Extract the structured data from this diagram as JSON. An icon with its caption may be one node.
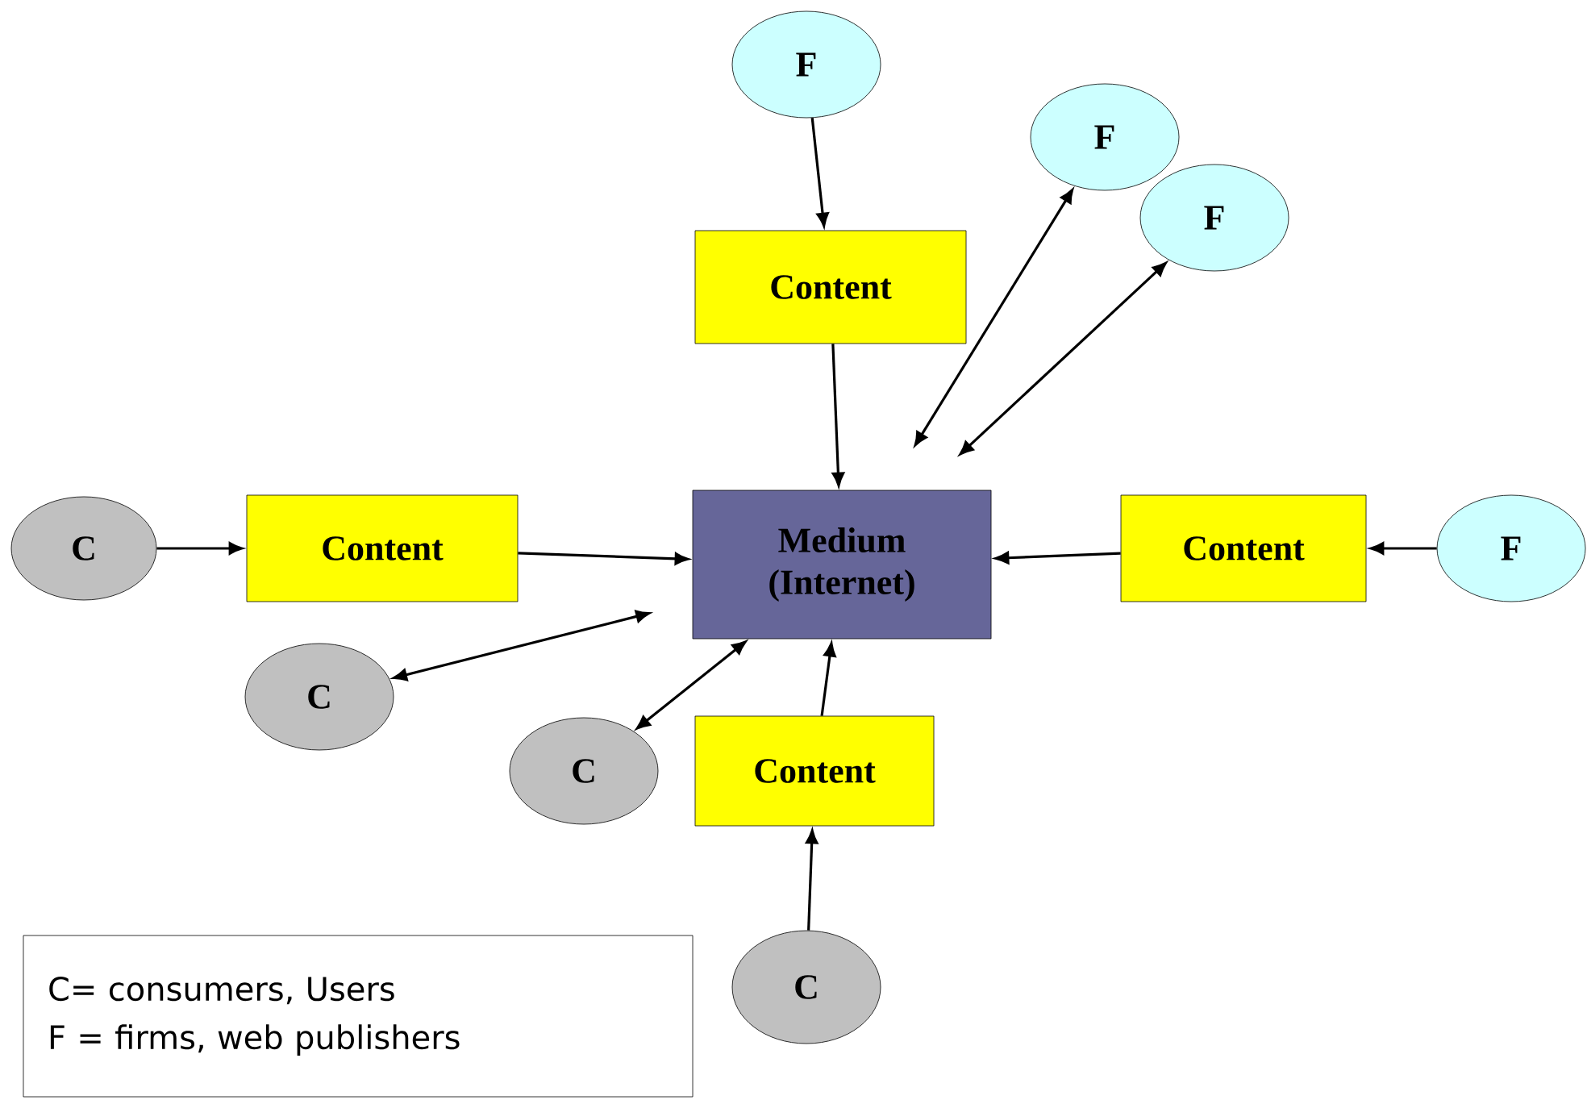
{
  "diagram": {
    "nodes": [
      {
        "text": [
          "F"
        ]
      },
      {
        "text": [
          "F"
        ]
      },
      {
        "text": [
          "F"
        ]
      },
      {
        "text": [
          "Content"
        ]
      },
      {
        "text": [
          "Medium (Internet)"
        ]
      },
      {
        "text": [
          "C"
        ]
      },
      {
        "text": [
          "Content"
        ]
      },
      {
        "text": [
          "Content"
        ]
      },
      {
        "text": [
          "F"
        ]
      },
      {
        "text": [
          "C"
        ]
      },
      {
        "text": [
          "C"
        ]
      },
      {
        "text": [
          "Content"
        ]
      },
      {
        "text": [
          "C"
        ]
      },
      {
        "text": [
          "C= consumers, Users",
          "F = firms, web publishers"
        ]
      }
    ],
    "edges": [
      {
        "from": 0,
        "to": 3,
        "arrow": "to"
      },
      {
        "from": 3,
        "to": 4,
        "arrow": "to"
      },
      {
        "from": 5,
        "to": 6,
        "arrow": "to"
      },
      {
        "from": 6,
        "to": 4,
        "arrow": "to"
      },
      {
        "from": 8,
        "to": 7,
        "arrow": "to"
      },
      {
        "from": 7,
        "to": 4,
        "arrow": "to"
      },
      {
        "from": 12,
        "to": 11,
        "arrow": "to"
      },
      {
        "from": 11,
        "to": 4,
        "arrow": "to"
      },
      {
        "from": 1,
        "to": 4,
        "arrow": "both"
      },
      {
        "from": 2,
        "to": 4,
        "arrow": "both"
      },
      {
        "from": 9,
        "to": 4,
        "arrow": "both"
      },
      {
        "from": 10,
        "to": 4,
        "arrow": "both"
      }
    ]
  }
}
